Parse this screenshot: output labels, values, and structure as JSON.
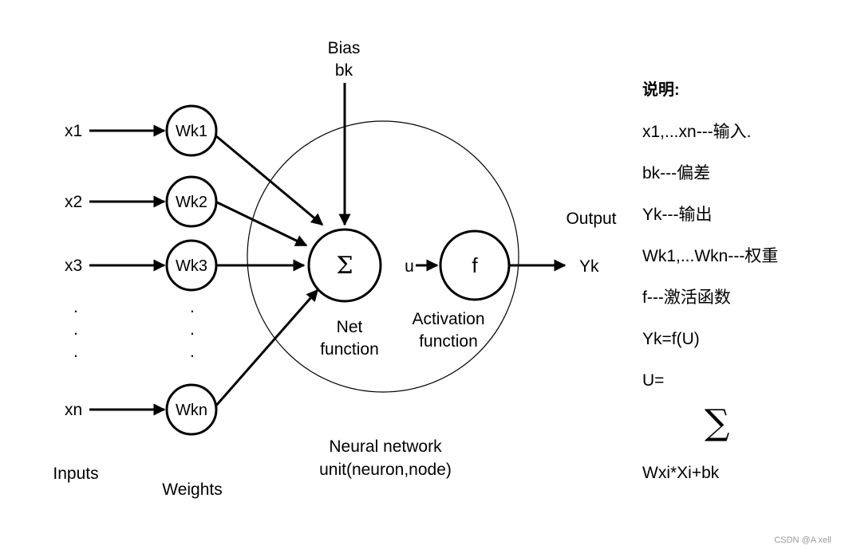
{
  "labels": {
    "bias": "Bias",
    "bk": "bk",
    "output": "Output",
    "yk": "Yk",
    "sigma": "Σ",
    "u": "u",
    "f": "f",
    "net_function": [
      "Net",
      "function"
    ],
    "activation_function": [
      "Activation",
      "function"
    ],
    "neuron_caption": [
      "Neural network",
      "unit(neuron,node)"
    ],
    "inputs_caption": "Inputs",
    "weights_caption": "Weights",
    "dots": "."
  },
  "inputs": [
    "x1",
    "x2",
    "x3",
    "xn"
  ],
  "weights": [
    "Wk1",
    "Wk2",
    "Wk3",
    "Wkn"
  ],
  "legend": {
    "title": "说明:",
    "lines": [
      "x1,...xn---输入.",
      "bk---偏差",
      "Yk---输出",
      "Wk1,...Wkn---权重",
      "f---激活函数",
      "Yk=f(U)",
      "U="
    ],
    "sigma": "∑",
    "formula": "Wxi*Xi+bk"
  },
  "watermark": "CSDN @A xell"
}
